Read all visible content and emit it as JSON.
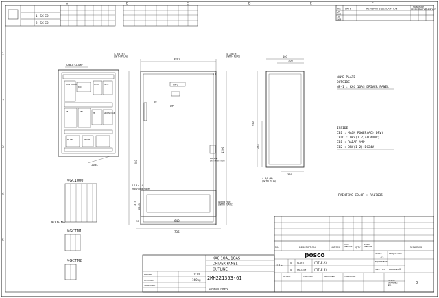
{
  "grid": {
    "columns": [
      "A",
      "B",
      "C",
      "D",
      "E",
      "F"
    ],
    "rows": [
      "1",
      "2",
      "3",
      "4",
      "5"
    ]
  },
  "revision_block": {
    "headers": [
      "NO.",
      "DATE",
      "REVISION & DESCRIPTION",
      "SIGNATURE",
      "REVIEWED",
      "CHECKED",
      "APPROVED"
    ],
    "marks": [
      "1",
      "2"
    ]
  },
  "front_view": {
    "cable_clamp": "CABLE CLAMP",
    "label": "LABEL",
    "breakers": [
      "MAIN POWER",
      "MCC1",
      "MCC2",
      "DRIVE",
      "CB",
      "CB2",
      "TB",
      "GROUND BAR",
      "TB-DRV",
      "TB-AMP"
    ]
  },
  "outline_view": {
    "eyebolt_left": "4- 3/8 (M)\n(WITH PLUG)",
    "eyebolt_right": "4- 3/8 (M)\n(WITH PLUG)",
    "eyebolt_bottom": "4- 3/8 (M)\n(WITH PLUG)",
    "dim_width": "600",
    "dim_depth": "400",
    "dim_depth_inner": "300",
    "dim_side_top": "200",
    "dim_height_total": "1200",
    "dim_height_body": "950",
    "dim_height_lower": "476",
    "dim_base": "369",
    "dim_left_50": "50",
    "dim_bottom_280": "280",
    "nameplate": "NP-2",
    "door_label": "DP",
    "bottom_label": "DRIVER\nDISTRIBUTION"
  },
  "base_view": {
    "holes": "4-18 x 14",
    "mounting_holes": "Mounting Holes",
    "dim_a": "640",
    "dim_b": "736",
    "dim_c": "375",
    "dim_d": "2243",
    "dim_e": "50",
    "cable_entry": "Wiring Hole\n(WITH PLATE)"
  },
  "notes": {
    "name_plate_title": "NAME PLATE",
    "outside_title": "OUTSIDE",
    "outside_items": [
      "NP-1 : KAC 1OAS DRIVER PANEL"
    ],
    "inside_title": "INSIDE",
    "inside_items": [
      "CB1   : MAIN POWER(AC)(DRV)",
      "CB1D  : DRV(1 2)(AC440V)",
      "CB1   : RADAR AMP",
      "CB2   : DRV(1 2)(DC24V)"
    ],
    "painting": "PAINTING COLOR : RAL7035"
  },
  "side_labels": {
    "mgc1000": "MGC1000",
    "mgc_tm1": "MGCTM1",
    "mgc_tm2": "MGCTM2",
    "node": "NODE No."
  },
  "parts_table": {
    "headers": [
      "NO.",
      "DESCRIPTION",
      "MAT'SCG",
      "UNIT\nWEIGHT",
      "Q'TY",
      "TOTAL\nWEIGHT",
      "REMARK'S"
    ],
    "logo": "posco",
    "scale_label": "SCALE",
    "scale": "1/1",
    "projection": "PROJECTION",
    "equipment": "EQUIPMENT",
    "size_label": "SIZE",
    "size": "A3",
    "drawing_no_label": "DRAWING",
    "drawing_rev": "0",
    "title_label": "TITLE",
    "title_rows": [
      {
        "no": "0",
        "field": "PLANT",
        "value": "(TITLE A)"
      },
      {
        "no": "0",
        "field": "FACILITY",
        "value": "(TITLE B)"
      }
    ],
    "sign_headers": [
      "DRAWN",
      "CHECKED",
      "REVIEWED",
      "APPROVED"
    ],
    "posco_drawing_no": "POSCO\nDRAWING\nNO.",
    "sheet_no": "0"
  },
  "vendor_block": {
    "title_lines": [
      "KAC 1OAL 1OAS",
      "DRIVER PANEL",
      "OUTLINE"
    ],
    "scale": "1:10",
    "weight": "160kg",
    "drawing_no": "2MH221353-61",
    "rows": [
      "DRAWN",
      "CHECKED",
      "APPROVED"
    ],
    "company": "Samsung Heavy"
  },
  "top_left_block": {
    "rows": [
      "1 - SC-C2",
      "2 - SC-C2"
    ]
  }
}
